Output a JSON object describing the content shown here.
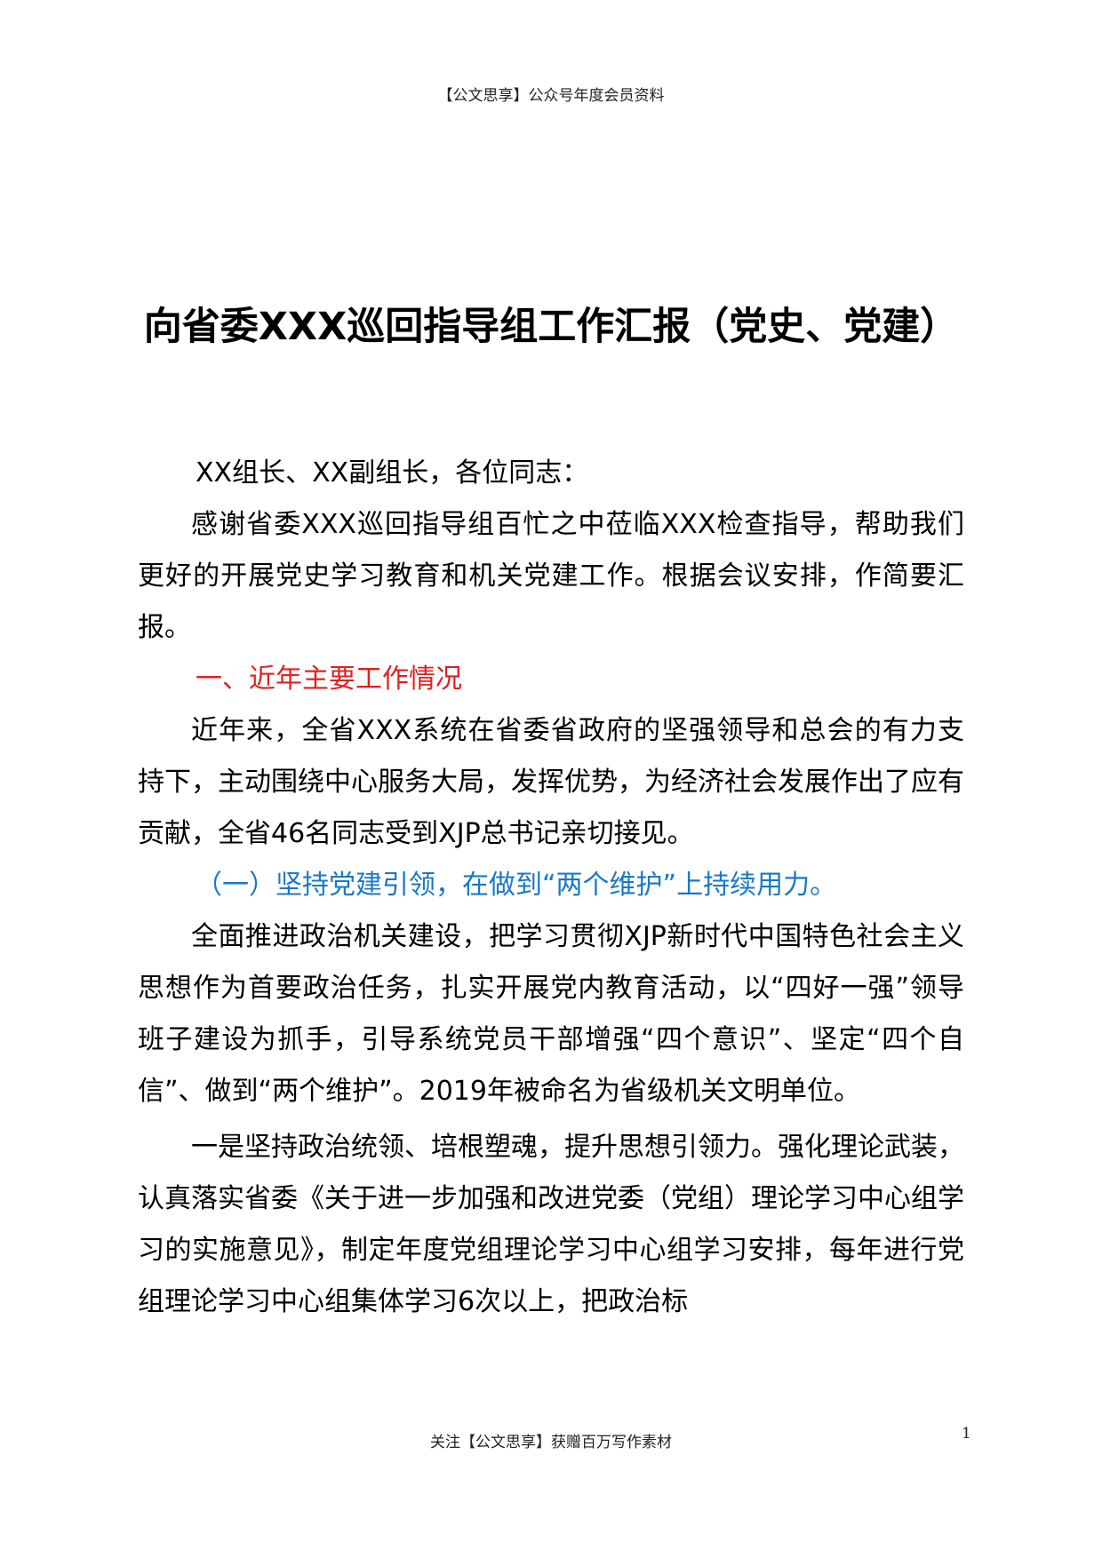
{
  "header": {
    "text": "【公文思享】公众号年度会员资料"
  },
  "document": {
    "title": "向省委XXX巡回指导组工作汇报（党史、党建）",
    "salutation": "XX组长、XX副组长，各位同志：",
    "paragraphs": [
      "感谢省委XXX巡回指导组百忙之中莅临XXX检查指导，帮助我们更好的开展党史学习教育和机关党建工作。根据会议安排，作简要汇报。",
      "一、近年主要工作情况",
      "近年来，全省XXX系统在省委省政府的坚强领导和总会的有力支持下，主动围绕中心服务大局，发挥优势，为经济社会发展作出了应有贡献，全省46名同志受到XJP总书记亲切接见。",
      "（一）坚持党建引领，在做到“两个维护”上持续用力。",
      "全面推进政治机关建设，把学习贯彻XJP新时代中国特色社会主义思想作为首要政治任务，扎实开展党内教育活动，以“四好一强”领导班子建设为抓手，引导系统党员干部增强“四个意识”、坚定“四个自信”、做到“两个维护”。2019年被命名为省级机关文明单位。",
      "一是坚持政治统领、培根塑魂，提升思想引领力。强化理论武装，认真落实省委《关于进一步加强和改进党委（党组）理论学习中心组学习的实施意见》，制定年度党组理论学习中心组学习安排，每年进行党组理论学习中心组集体学习6次以上，把政治标"
    ]
  },
  "footer": {
    "text": "关注【公文思享】获赠百万写作素材",
    "page_number": "1"
  },
  "colors": {
    "heading_level1": "#e02020",
    "heading_level2": "#1878c8"
  }
}
